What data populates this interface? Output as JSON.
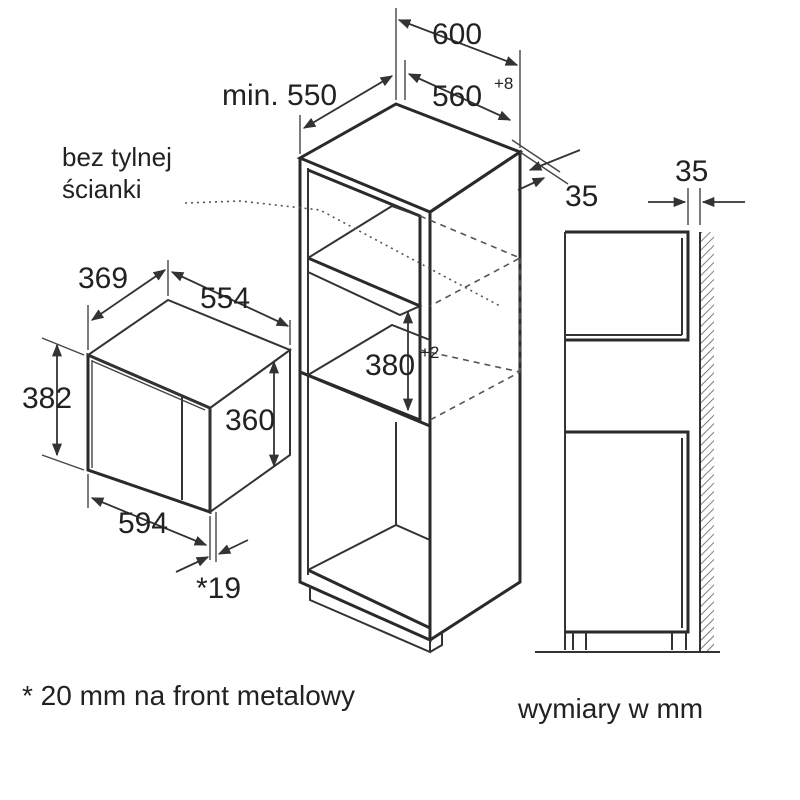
{
  "dimensions": {
    "width_600": "600",
    "min_550": "min. 550",
    "depth_560": "560",
    "depth_560_tol": "+8",
    "gap_35_right": "35",
    "gap_35_wall": "35",
    "opening_380": "380",
    "opening_380_tol": "+2",
    "oven_369": "369",
    "oven_554": "554",
    "oven_382": "382",
    "oven_360": "360",
    "oven_594": "594",
    "oven_19": "*19"
  },
  "labels": {
    "no_back_wall_line1": "bez tylnej",
    "no_back_wall_line2": "ścianki"
  },
  "notes": {
    "metal_front": "* 20 mm na front metalowy",
    "units": "wymiary w mm"
  }
}
